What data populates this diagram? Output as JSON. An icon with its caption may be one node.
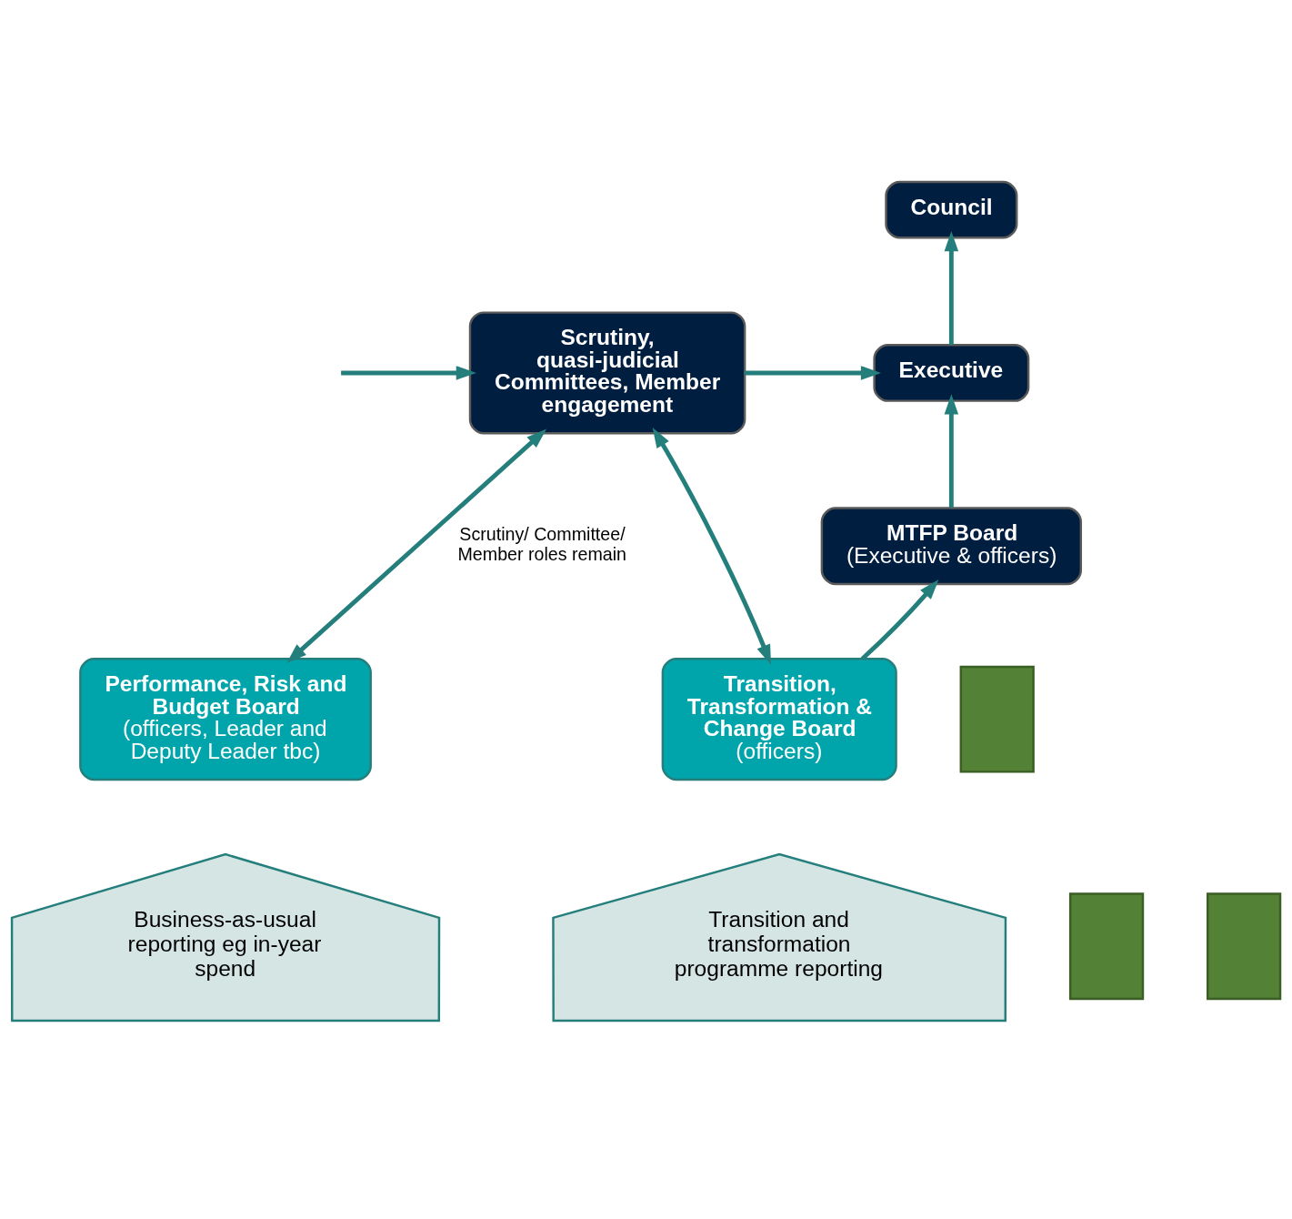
{
  "diagram": {
    "nodes": [
      {
        "text": [
          "Council"
        ]
      },
      {
        "text": [
          "Scrutiny, quasi-judicial Committees, Member engagement"
        ]
      },
      {
        "text": [
          "Executive"
        ]
      },
      {
        "text": [
          "MTFP Board",
          "(Executive & officers)"
        ]
      },
      {
        "text": [
          "Performance, Risk and Budget Board",
          "(officers, Leader and Deputy Leader tbc)"
        ]
      },
      {
        "text": [
          "Transition, Transformation & Change Board",
          "(officers)"
        ]
      },
      {
        "text": [
          "Business-as-usual reporting eg in-year spend"
        ]
      },
      {
        "text": [
          "Transition and transformation programme reporting"
        ]
      },
      {
        "text": [],
        "shape": "box"
      },
      {
        "text": [],
        "shape": "box"
      },
      {
        "text": [],
        "shape": "box"
      }
    ],
    "edges": [
      {
        "from": null,
        "to": 1,
        "arrow": "to"
      },
      {
        "from": 1,
        "to": 2,
        "arrow": "to"
      },
      {
        "from": 2,
        "to": 0,
        "arrow": "to"
      },
      {
        "from": 3,
        "to": 2,
        "arrow": "to"
      },
      {
        "from": 1,
        "to": 4,
        "arrow": "both",
        "label": "Scrutiny/ Committee/ Member roles remain"
      },
      {
        "from": 1,
        "to": 5,
        "arrow": "both"
      },
      {
        "from": 5,
        "to": 3,
        "arrow": "to"
      }
    ]
  }
}
